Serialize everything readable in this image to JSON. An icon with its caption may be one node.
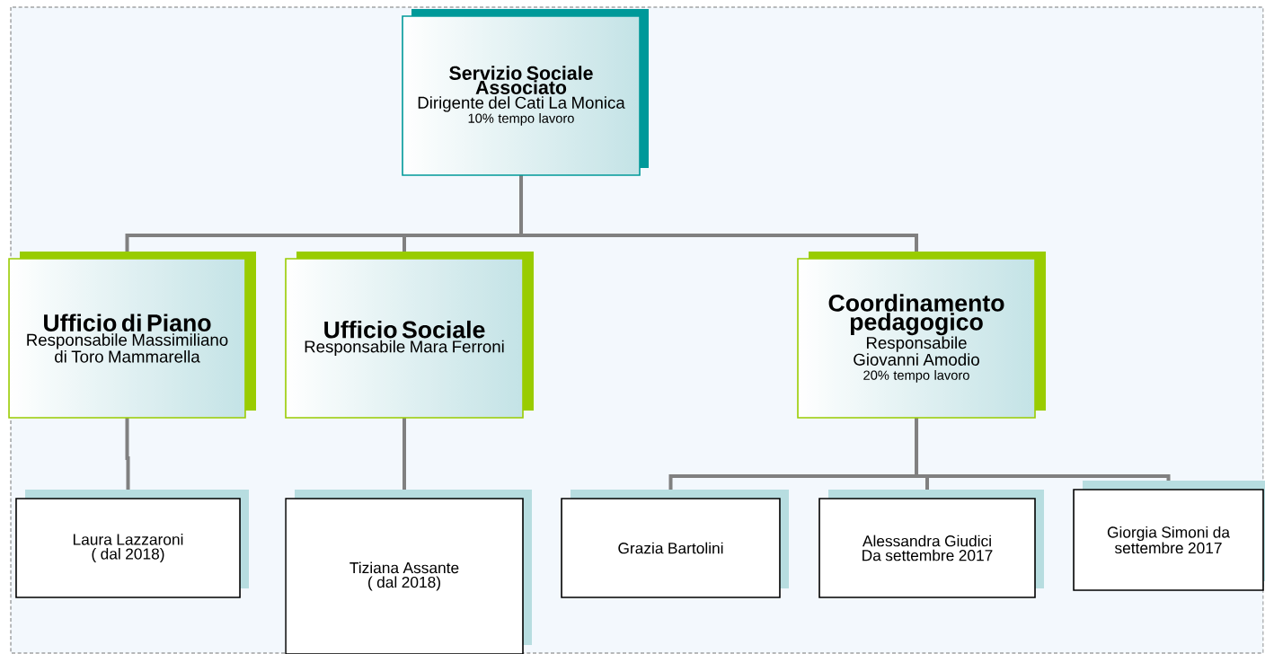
{
  "diagram": {
    "nodes": [
      {
        "text": [
          "Servizio Sociale Associato",
          "Dirigente del Cati La Monica",
          "10% tempo lavoro"
        ]
      },
      {
        "text": [
          "Ufficio di Piano",
          "Responsabile Massimiliano di Toro Mammarella"
        ]
      },
      {
        "text": [
          "Ufficio Sociale",
          "Responsabile Mara Ferroni"
        ]
      },
      {
        "text": [
          "Coordinamento pedagogico",
          "Responsabile Giovanni Amodio",
          "20% tempo lavoro"
        ]
      },
      {
        "text": [
          "Laura Lazzaroni ( dal 2018)"
        ]
      },
      {
        "text": [
          "Tiziana Assante ( dal 2018)"
        ]
      },
      {
        "text": [
          "Grazia Bartolini"
        ]
      },
      {
        "text": [
          "Alessandra Giudici Da settembre 2017"
        ]
      },
      {
        "text": [
          "Giorgia Simoni da settembre 2017"
        ]
      }
    ],
    "edges": [
      {
        "from": 0,
        "to": 1,
        "arrow": "none"
      },
      {
        "from": 0,
        "to": 2,
        "arrow": "none"
      },
      {
        "from": 0,
        "to": 3,
        "arrow": "none"
      },
      {
        "from": 1,
        "to": 4,
        "arrow": "none"
      },
      {
        "from": 2,
        "to": 5,
        "arrow": "none"
      },
      {
        "from": 3,
        "to": 6,
        "arrow": "none"
      },
      {
        "from": 3,
        "to": 7,
        "arrow": "none"
      },
      {
        "from": 3,
        "to": 8,
        "arrow": "none"
      }
    ]
  }
}
